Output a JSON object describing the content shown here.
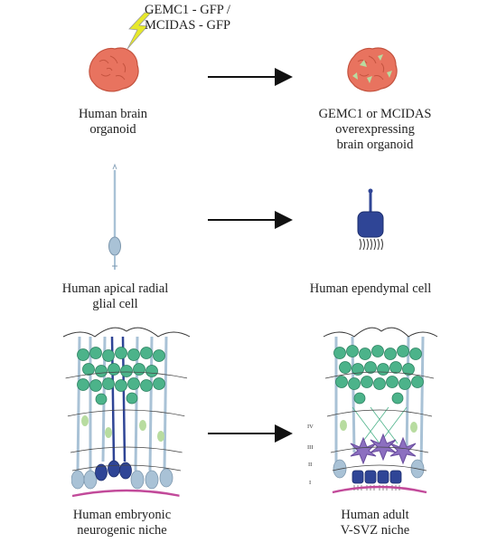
{
  "top_left_caption": [
    "GEMC1 - GFP /",
    "MCIDAS - GFP"
  ],
  "labels": {
    "organoid_before": [
      "Human brain",
      "organoid"
    ],
    "organoid_after": [
      "GEMC1 or MCIDAS",
      "overexpressing",
      "brain organoid"
    ],
    "cell_before": [
      "Human apical radial",
      "glial cell"
    ],
    "cell_after": [
      "Human ependymal cell"
    ],
    "niche_before": [
      "Human embryonic",
      "neurogenic niche"
    ],
    "niche_after": [
      "Human adult",
      "V-SVZ niche"
    ]
  },
  "layer_numerals": [
    "IV",
    "III",
    "II",
    "I"
  ],
  "colors": {
    "organoid": "#e8735f",
    "gfp": "#b8dca0",
    "neuron": "#4cb38a",
    "radial_glia": "#a9c2d6",
    "ependymal": "#2f4596",
    "astrocyte": "#8c6fc0",
    "lightning": "#e6e82a"
  }
}
